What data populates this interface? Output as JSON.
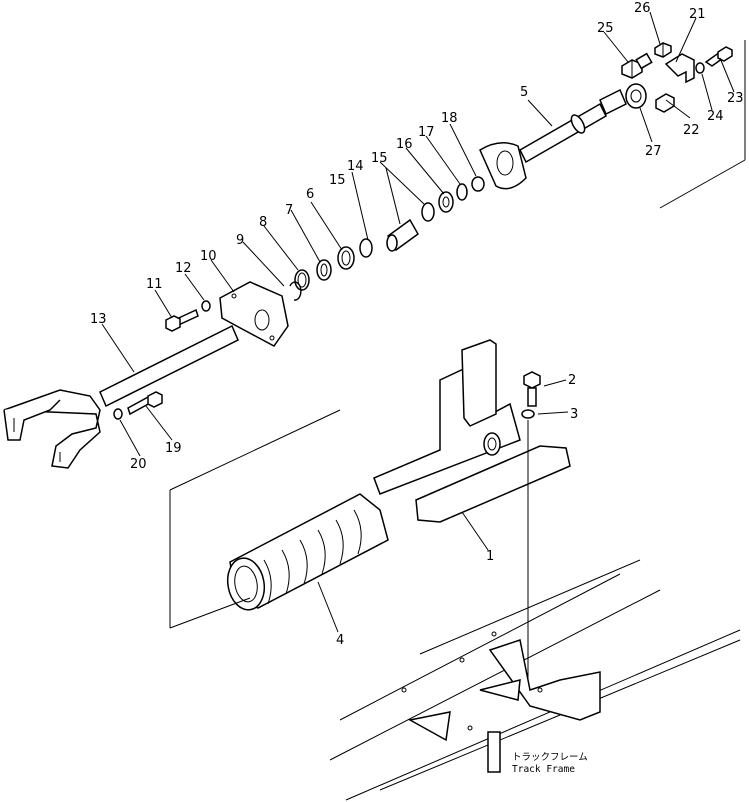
{
  "callouts": {
    "n1": "1",
    "n2": "2",
    "n3": "3",
    "n4": "4",
    "n5": "5",
    "n6": "6",
    "n7": "7",
    "n8": "8",
    "n9": "9",
    "n10": "10",
    "n11": "11",
    "n12": "12",
    "n13": "13",
    "n14": "14",
    "n15a": "15",
    "n15b": "15",
    "n16": "16",
    "n17": "17",
    "n18": "18",
    "n19": "19",
    "n20": "20",
    "n21": "21",
    "n22": "22",
    "n23": "23",
    "n24": "24",
    "n25": "25",
    "n26": "26",
    "n27": "27"
  },
  "caption": {
    "jp": "トラックフレーム",
    "en": "Track  Frame"
  }
}
